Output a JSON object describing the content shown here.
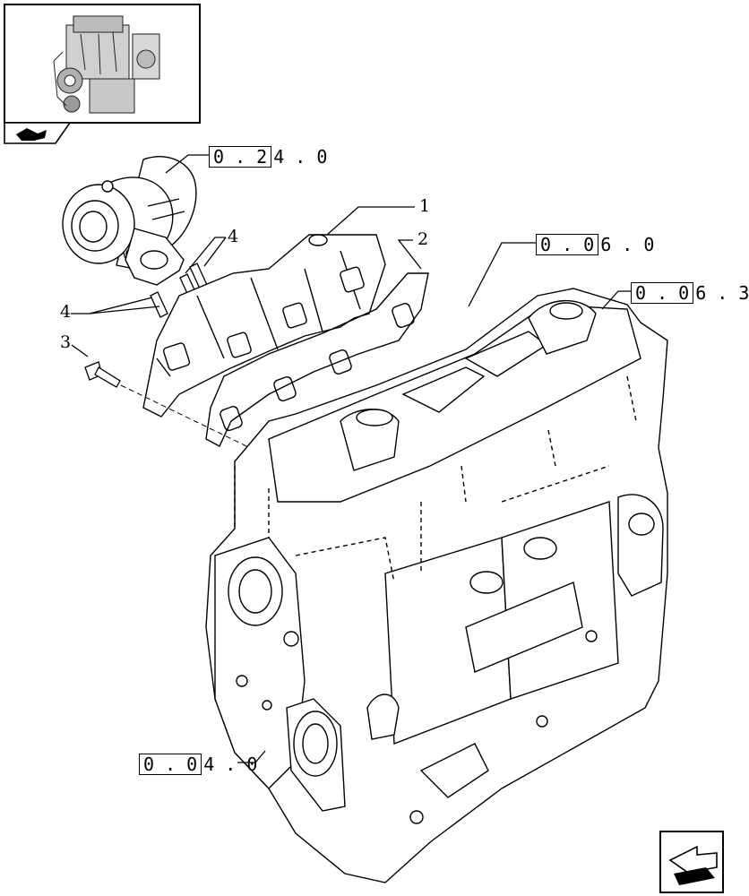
{
  "thumbnail": {
    "icon": "engine-overview-thumbnail",
    "tab_icon": "book-arrow-icon"
  },
  "nav": {
    "icon": "next-page-arrow-icon"
  },
  "callouts": {
    "turbo": {
      "boxed": "0 . 2",
      "rest": "4 . 0"
    },
    "block": {
      "boxed": "0 . 0",
      "rest": "4 . 0"
    },
    "head": {
      "boxed": "0 . 0",
      "rest": "6 . 0"
    },
    "cover": {
      "boxed": "0 . 0",
      "rest": "6 . 3"
    }
  },
  "parts": {
    "p1": "1",
    "p2": "2",
    "p3": "3",
    "p4a": "4",
    "p4b": "4"
  }
}
